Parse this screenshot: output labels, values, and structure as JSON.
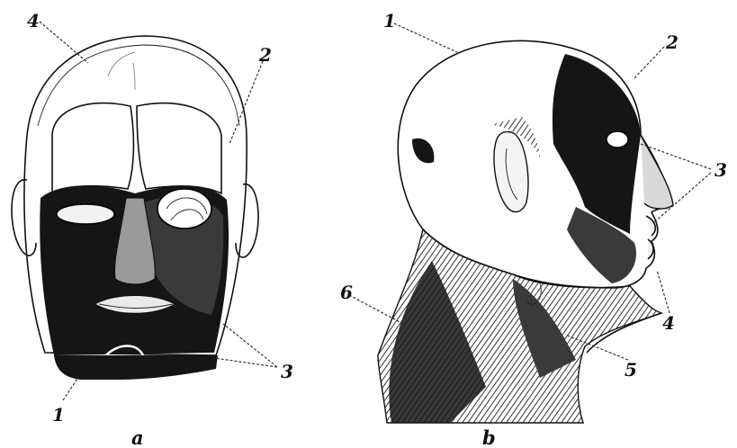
{
  "figure_a": {
    "caption": "a",
    "labels": {
      "l1": "1",
      "l2": "2",
      "l3": "3",
      "l4": "4"
    }
  },
  "figure_b": {
    "caption": "b",
    "labels": {
      "l1": "1",
      "l2": "2",
      "l3": "3",
      "l4": "4",
      "l5": "5",
      "l6": "6"
    }
  }
}
